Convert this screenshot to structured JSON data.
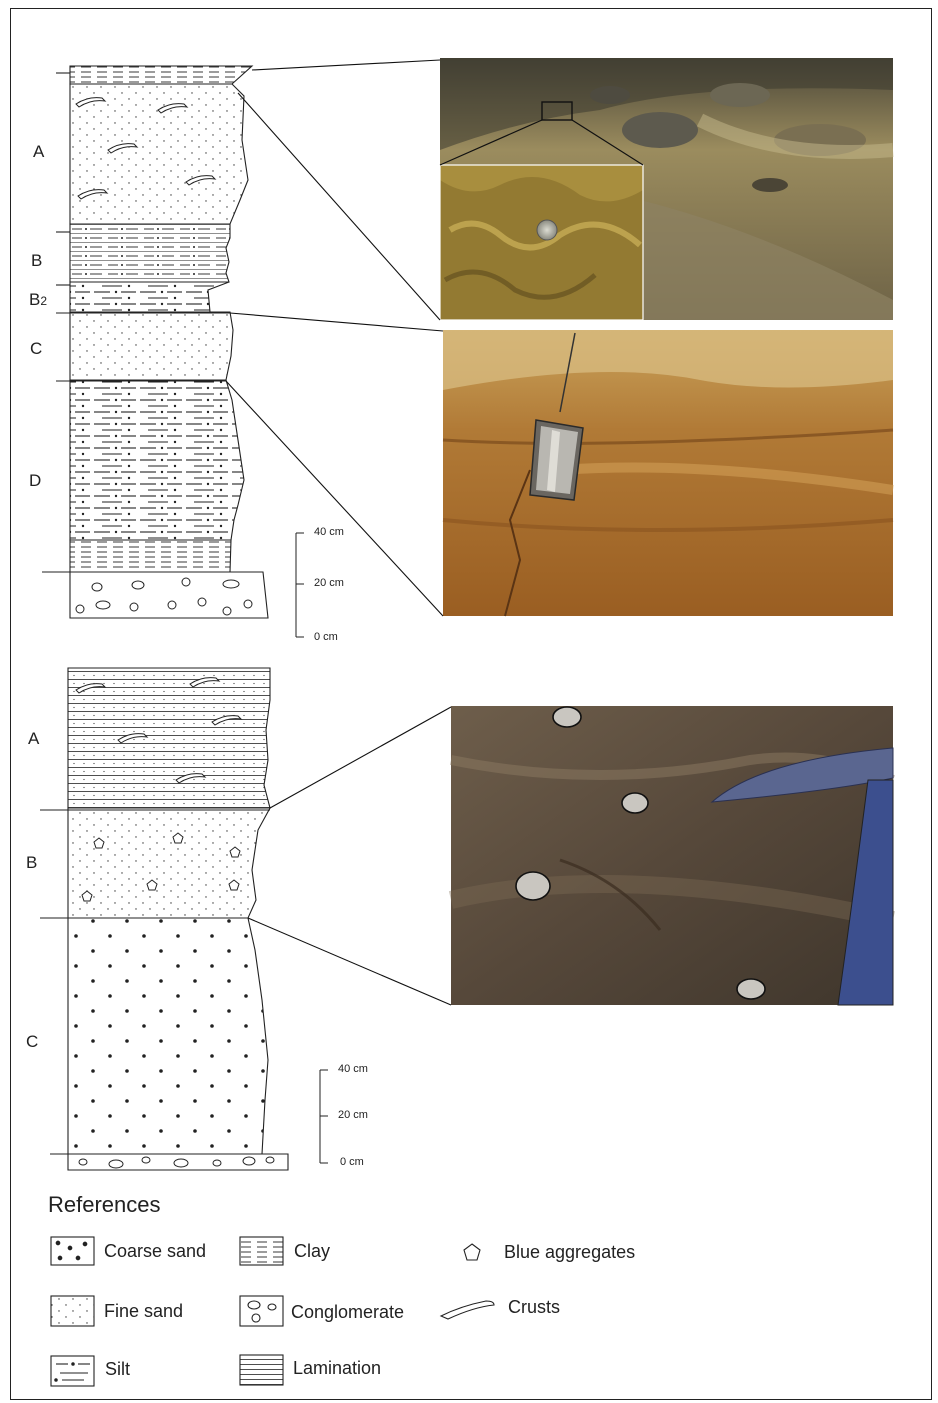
{
  "profile1": {
    "units": [
      {
        "name": "unit-a",
        "label": "A"
      },
      {
        "name": "unit-b",
        "label": "B"
      },
      {
        "name": "unit-b2",
        "label": "B2"
      },
      {
        "name": "unit-c",
        "label": "C"
      },
      {
        "name": "unit-d",
        "label": "D"
      }
    ],
    "scale": [
      "40 cm",
      "20 cm",
      "0 cm"
    ]
  },
  "profile2": {
    "units": [
      {
        "name": "unit-a",
        "label": "A"
      },
      {
        "name": "unit-b",
        "label": "B"
      },
      {
        "name": "unit-c",
        "label": "C"
      }
    ],
    "scale": [
      "40 cm",
      "20 cm",
      "0 cm"
    ]
  },
  "legend": {
    "title": "References",
    "items": [
      {
        "key": "coarse_sand",
        "label": "Coarse sand"
      },
      {
        "key": "clay",
        "label": "Clay"
      },
      {
        "key": "blue_aggregates",
        "label": "Blue aggregates"
      },
      {
        "key": "fine_sand",
        "label": "Fine sand"
      },
      {
        "key": "conglomerate",
        "label": "Conglomerate"
      },
      {
        "key": "crusts",
        "label": "Crusts"
      },
      {
        "key": "silt",
        "label": "Silt"
      },
      {
        "key": "lamination",
        "label": "Lamination"
      }
    ]
  },
  "colors": {
    "line": "#222222",
    "photo_cave_floor": "#9a8a5a",
    "photo_wall": "#a86a2a",
    "photo_sediment": "#5e5040",
    "hammer": "#4a5d8a"
  }
}
